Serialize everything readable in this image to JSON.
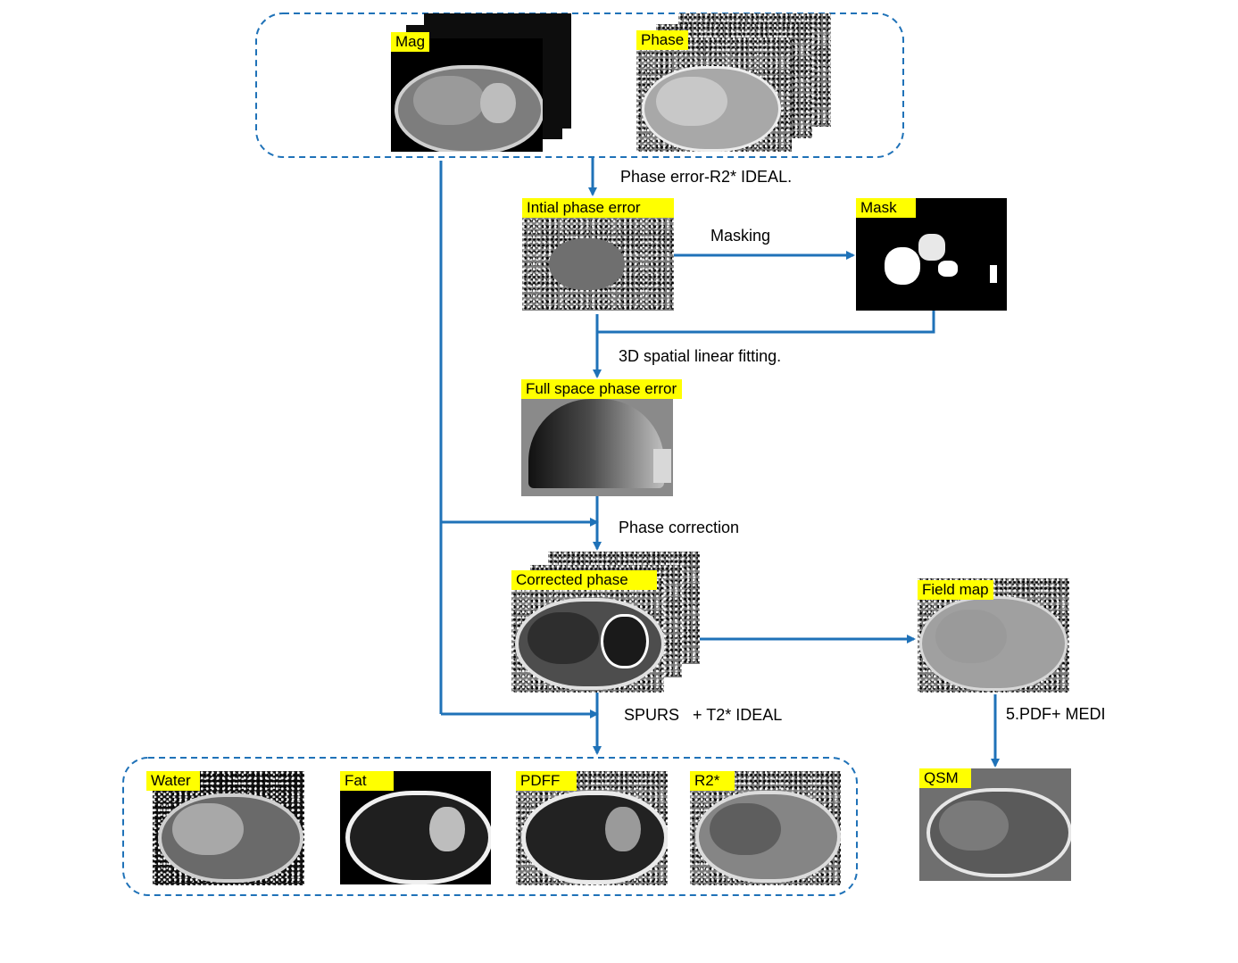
{
  "inputs": {
    "mag_label": "Mag",
    "phase_label": "Phase"
  },
  "steps": {
    "ideal": "Phase error-R2* IDEAL.",
    "masking": "Masking",
    "fitting": "3D spatial linear fitting.",
    "correction": "Phase correction",
    "spurs": "SPURS   + T2* IDEAL",
    "pdf_medi": "5.PDF+ MEDI"
  },
  "images": {
    "initial_phase_error": "Intial phase error",
    "mask": "Mask",
    "full_space_phase_error": "Full space phase error",
    "corrected_phase": "Corrected phase",
    "field_map": "Field map",
    "qsm": "QSM"
  },
  "outputs": {
    "water": "Water",
    "fat": "Fat",
    "pdff": "PDFF",
    "r2star": "R2*"
  },
  "colors": {
    "arrow": "#1f72b8",
    "dash_box": "#1f72b8",
    "label_bg": "#ffff00"
  }
}
